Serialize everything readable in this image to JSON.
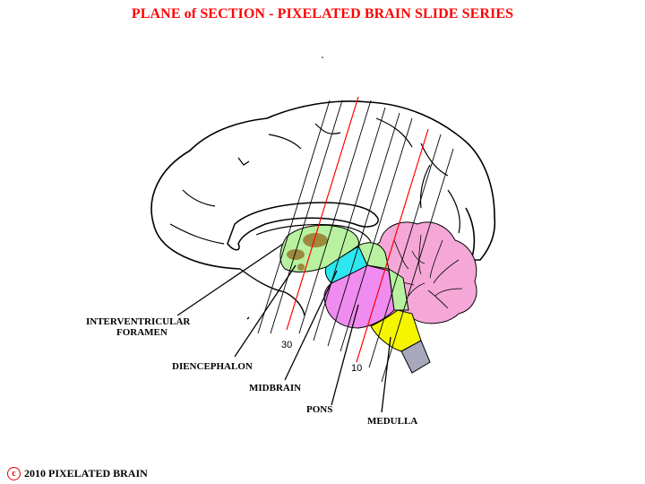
{
  "title": "PLANE of SECTION - PIXELATED BRAIN SLIDE SERIES",
  "labels": {
    "interventricular_line1": "INTERVENTRICULAR",
    "interventricular_line2": "FORAMEN",
    "diencephalon": "DIENCEPHALON",
    "midbrain": "MIDBRAIN",
    "pons": "PONS",
    "medulla": "MEDULLA"
  },
  "section_numbers": {
    "n30": "30",
    "n10": "10"
  },
  "copyright": {
    "symbol": "c",
    "text": "2010  PIXELATED BRAIN"
  },
  "colors": {
    "title": "#ff0000",
    "diencephalon": "#b8f2a0",
    "midbrain": "#2ee6f0",
    "pons": "#f08cf0",
    "medulla": "#f5f500",
    "cerebellum": "#f5a8d8",
    "thalamus_dark": "#9c8a3e",
    "brainstem_gray": "#a8a8bc",
    "section_red": "#ff0000"
  }
}
